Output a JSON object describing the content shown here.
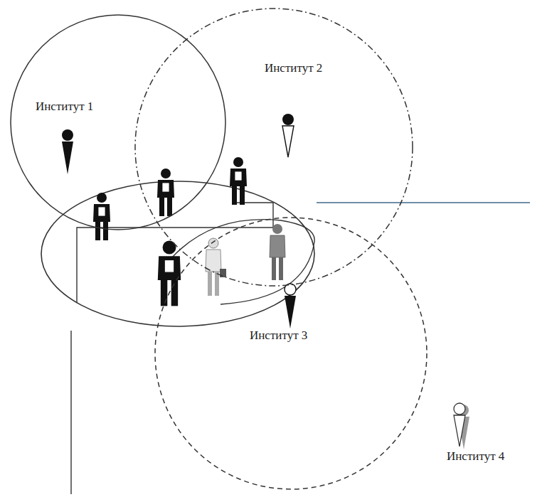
{
  "diagram": {
    "nodes": [
      {
        "text": [
          "Институт 1"
        ]
      },
      {
        "text": [
          "Институт 2"
        ]
      },
      {
        "text": [
          "Институт 3"
        ]
      }
    ],
    "labels": [
      "Институт 4"
    ]
  }
}
